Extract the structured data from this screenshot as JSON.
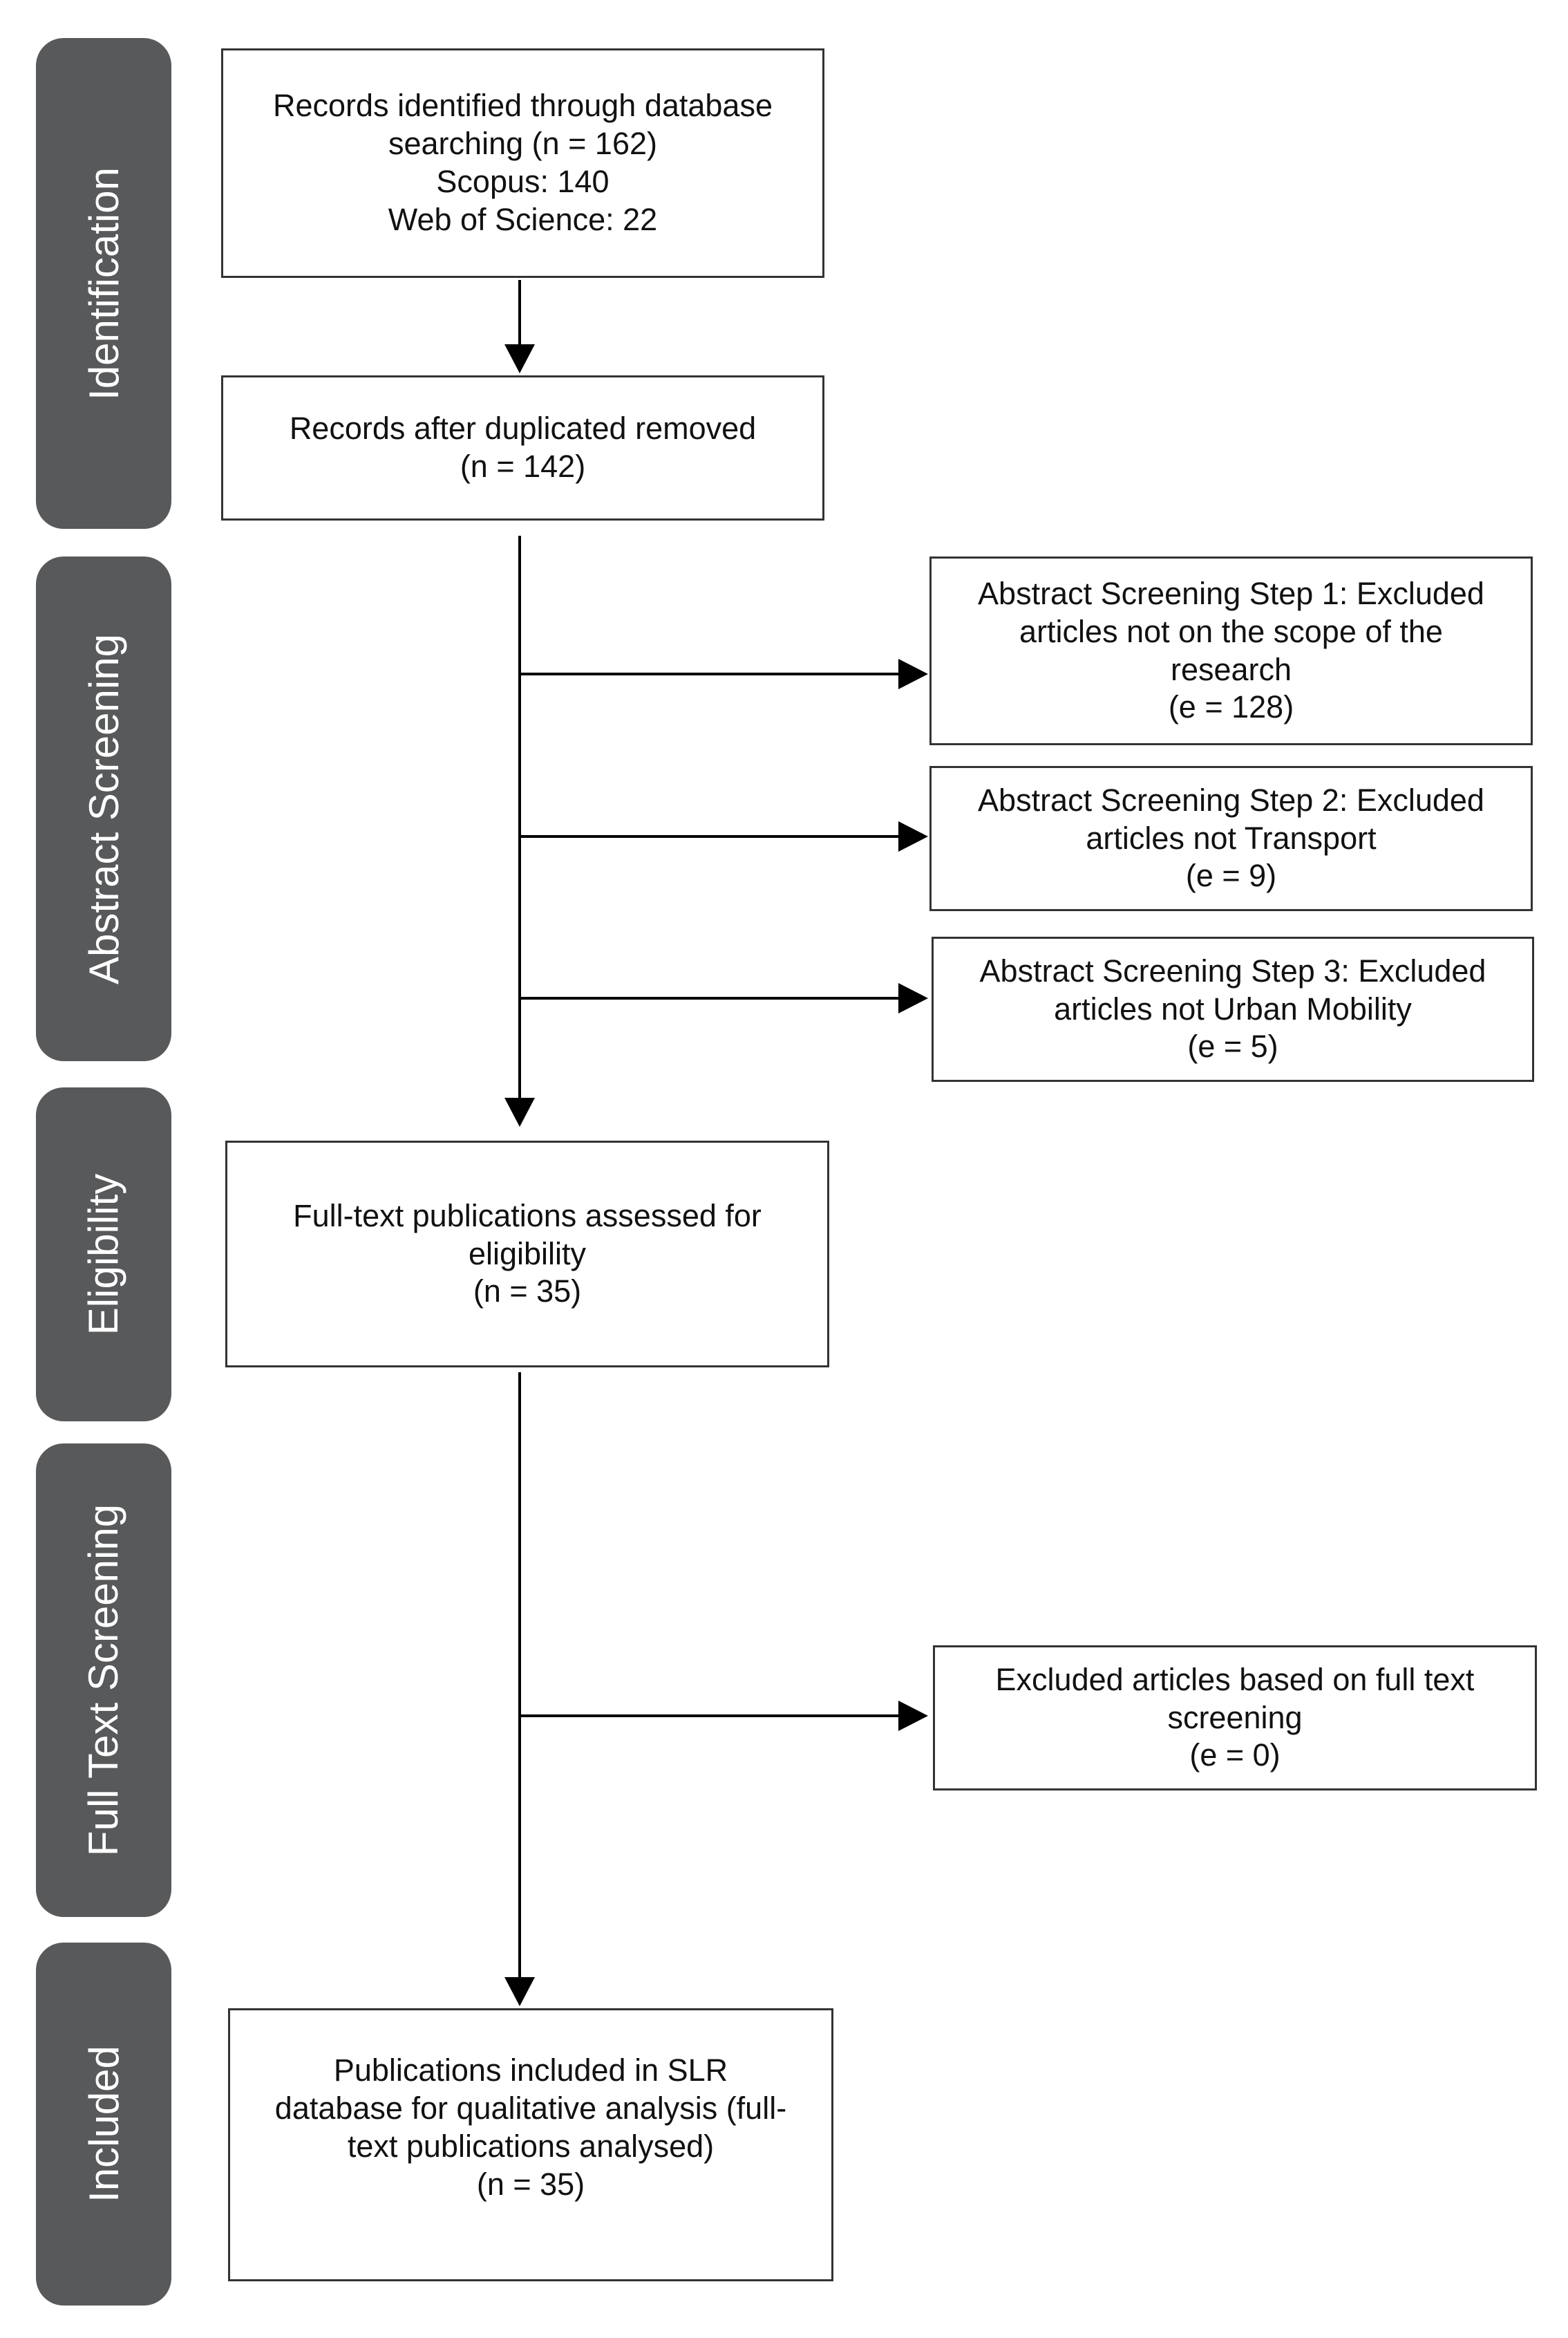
{
  "colors": {
    "stage_fill": "#58595b",
    "stage_text": "#ffffff",
    "box_border": "#333333",
    "arrow": "#000000"
  },
  "stages": {
    "identification": "Identification",
    "abstract_screening": "Abstract Screening",
    "eligibility": "Eligibility",
    "full_text_screening": "Full Text Screening",
    "included": "Included"
  },
  "boxes": {
    "records_identified": {
      "line1": "Records identified through database",
      "line2": "searching (n = 162)",
      "line3": "Scopus: 140",
      "line4": "Web of Science: 22"
    },
    "records_after_duplicates": {
      "line1": "Records after duplicated removed",
      "line2": "(n = 142)"
    },
    "abstract_step1": {
      "line1": "Abstract Screening Step 1: Excluded",
      "line2": "articles not on the scope of the",
      "line3": "research",
      "line4": "(e = 128)"
    },
    "abstract_step2": {
      "line1": "Abstract Screening Step 2: Excluded",
      "line2": "articles not Transport",
      "line3": "(e = 9)"
    },
    "abstract_step3": {
      "line1": "Abstract Screening Step 3: Excluded",
      "line2": "articles not Urban Mobility",
      "line3": "(e = 5)"
    },
    "full_text_assessed": {
      "line1": "Full-text publications assessed for",
      "line2": "eligibility",
      "line3": "(n = 35)"
    },
    "full_text_excluded": {
      "line1": "Excluded articles based on full text",
      "line2": "screening",
      "line3": "(e = 0)"
    },
    "included": {
      "line1": "Publications included in SLR",
      "line2": "database for qualitative analysis (full-",
      "line3": "text publications analysed)",
      "line4": "(n = 35)"
    }
  }
}
